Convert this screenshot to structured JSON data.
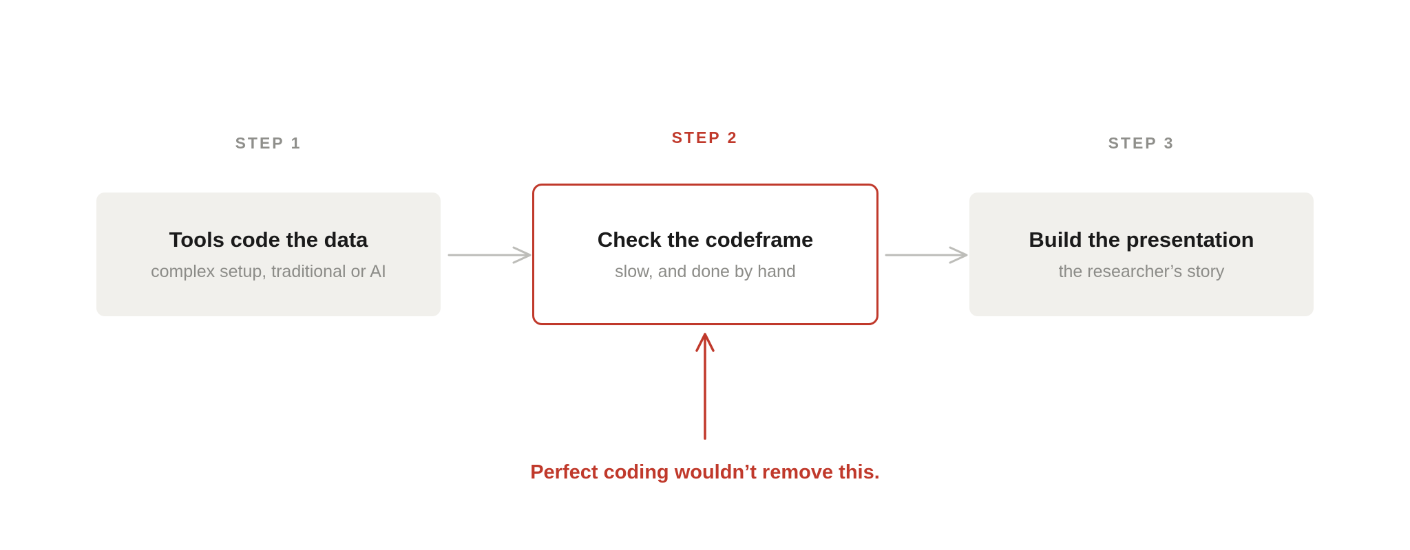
{
  "steps": [
    {
      "label": "STEP 1",
      "title": "Tools code the data",
      "subtitle": "complex setup, traditional or AI",
      "highlighted": false
    },
    {
      "label": "STEP 2",
      "title": "Check the codeframe",
      "subtitle": "slow, and done by hand",
      "highlighted": true
    },
    {
      "label": "STEP 3",
      "title": "Build the presentation",
      "subtitle": "the researcher’s story",
      "highlighted": false
    }
  ],
  "callout": "Perfect coding wouldn’t remove this.",
  "colors": {
    "accent": "#c0392b",
    "muted_box": "#f1f0ec",
    "muted_text": "#8c8c88",
    "arrow_gray": "#bdbdb9"
  }
}
